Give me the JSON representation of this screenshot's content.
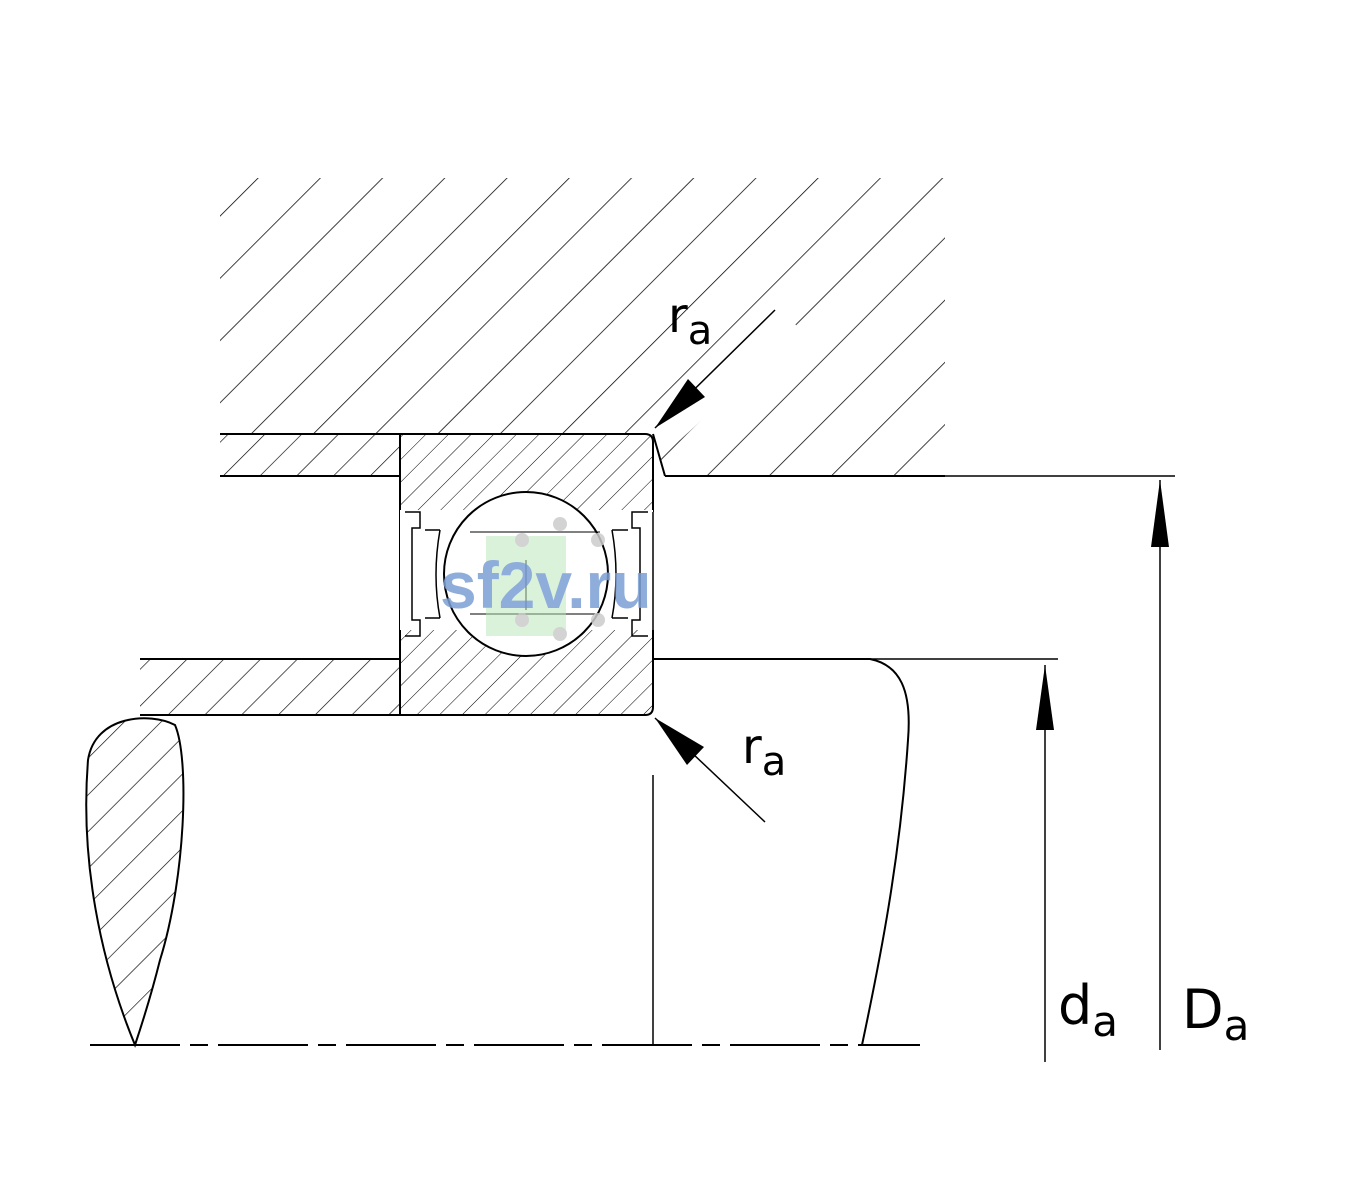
{
  "labels": {
    "ra_outer": {
      "main": "r",
      "sub": "a"
    },
    "ra_inner": {
      "main": "r",
      "sub": "a"
    },
    "da": {
      "main": "d",
      "sub": "a"
    },
    "Da": {
      "main": "D",
      "sub": "a"
    }
  },
  "watermark": {
    "text": "sf2v.ru",
    "color": "#7B9FD4",
    "accent": "#B5E3B5"
  },
  "colors": {
    "line": "#000000",
    "background": "#ffffff"
  }
}
